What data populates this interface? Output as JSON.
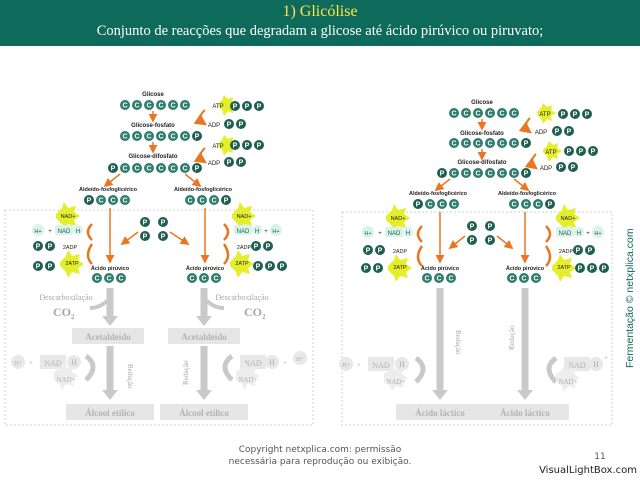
{
  "header": {
    "title": "1)   Glicólise",
    "subtitle": "Conjunto de reacções que degradam a glicose até ácido pirúvico ou piruvato;"
  },
  "diagram": {
    "glucose": "Glicose",
    "glucose_phosphate": "Glicose-fosfato",
    "glucose_diphosphate": "Glicose-difosfato",
    "aldehyde": "Aldeído-fosfoglicérico",
    "pyruvic": "Ácido pirúvico",
    "atp": "ATP",
    "adp": "ADP",
    "two_adp": "2ADP",
    "two_atp": "2ATP",
    "nad_plus": "NAD+",
    "nad": "NAD",
    "h": "H",
    "h_plus": "H+",
    "c": "C",
    "p": "P",
    "plus": "+",
    "left": {
      "decarboxylation": "Descarboxilação",
      "co2": "CO",
      "co2_sub": "2",
      "acetaldehyde": "Acetaldeído",
      "reduction": "Redução",
      "product": "Álcool etílico"
    },
    "right": {
      "reduction": "Redução",
      "product": "Ácido láctico"
    }
  },
  "footer": {
    "copyright_1": "Copyright netxplica.com: permissão",
    "copyright_2": "necessária para reprodução ou exibição.",
    "page": "11",
    "watermark": "VisualLightBox.com",
    "side_credit": "Fermentação © netxplica.com"
  },
  "colors": {
    "header_bg": "#0e6a5a",
    "title": "#ffe34d",
    "carbon": "#2f7d6f",
    "phosphate": "#1f5f50",
    "arrow": "#e87722",
    "star": "#e5ee2a",
    "faded": "#c4c4c4"
  }
}
